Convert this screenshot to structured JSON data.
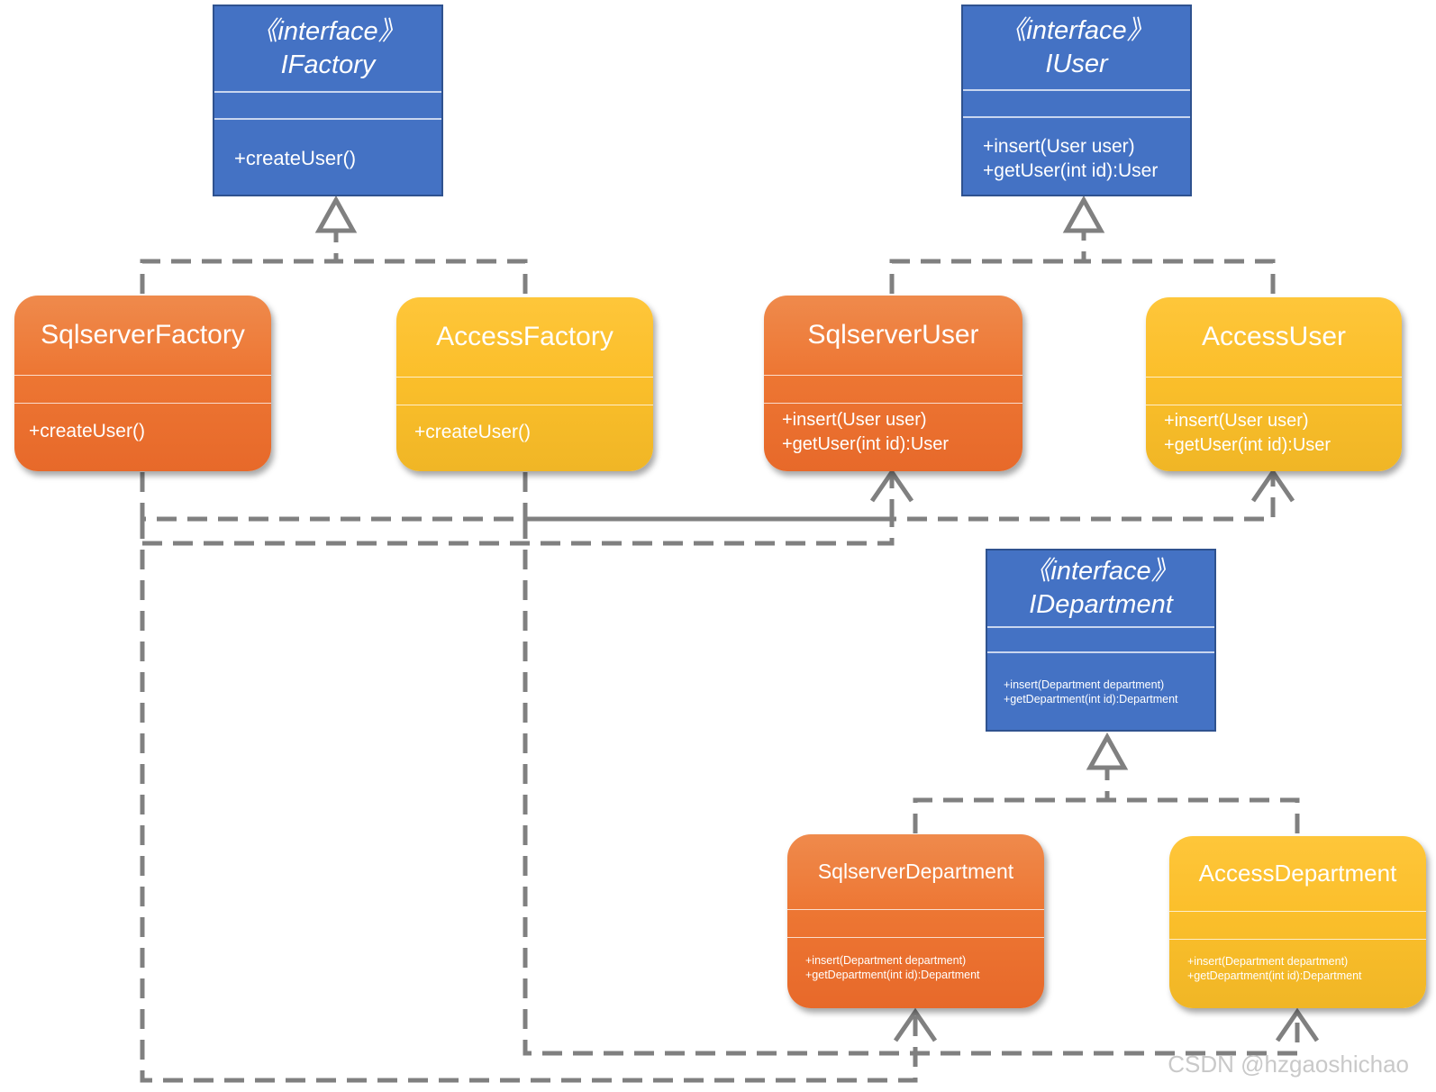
{
  "interfaces": {
    "ifactory": {
      "stereotype": "《interface》",
      "name": "IFactory",
      "methods": [
        "+createUser()"
      ]
    },
    "iuser": {
      "stereotype": "《interface》",
      "name": "IUser",
      "methods": [
        "+insert(User user)",
        "+getUser(int id):User"
      ]
    },
    "idepartment": {
      "stereotype": "《interface》",
      "name": "IDepartment",
      "methods": [
        "+insert(Department department)",
        "+getDepartment(int id):Department"
      ]
    }
  },
  "classes": {
    "sqlserver_factory": {
      "name": "SqlserverFactory",
      "methods": [
        "+createUser()"
      ]
    },
    "access_factory": {
      "name": "AccessFactory",
      "methods": [
        "+createUser()"
      ]
    },
    "sqlserver_user": {
      "name": "SqlserverUser",
      "methods": [
        "+insert(User user)",
        "+getUser(int id):User"
      ]
    },
    "access_user": {
      "name": "AccessUser",
      "methods": [
        "+insert(User user)",
        "+getUser(int id):User"
      ]
    },
    "sqlserver_department": {
      "name": "SqlserverDepartment",
      "methods": [
        "+insert(Department department)",
        "+getDepartment(int id):Department"
      ]
    },
    "access_department": {
      "name": "AccessDepartment",
      "methods": [
        "+insert(Department department)",
        "+getDepartment(int id):Department"
      ]
    }
  },
  "watermark": "CSDN @hzgaoshichao",
  "colors": {
    "interface_fill": "#4472c4",
    "orange_fill": "#ed7633",
    "yellow_fill": "#fbbf2b",
    "connector": "#808080"
  }
}
